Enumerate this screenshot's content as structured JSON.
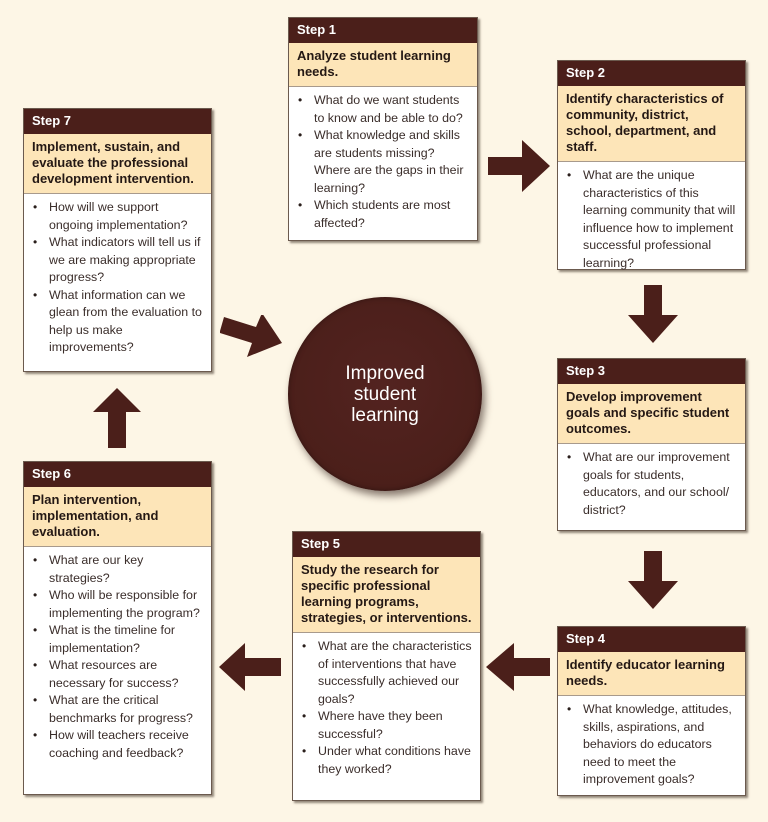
{
  "center": {
    "label": "Improved student learning"
  },
  "colors": {
    "background": "#fdf6e6",
    "header": "#4b1f1a",
    "title_band": "#fde5b8",
    "arrow": "#4b1f1a",
    "circle": "#4b1f1a"
  },
  "steps": [
    {
      "label": "Step 1",
      "title": "Analyze student learning needs.",
      "questions": [
        "What do we want students to know and be able to do?",
        "What knowledge and skills are students missing? Where are the gaps in their learning?",
        "Which students are most affected?"
      ]
    },
    {
      "label": "Step 2",
      "title": "Identify characteristics of community, district, school, department, and staff.",
      "questions": [
        "What are the unique characteristics of this learning community that will influence how to implement successful professional learning?"
      ]
    },
    {
      "label": "Step 3",
      "title": "Develop improvement goals and specific student outcomes.",
      "questions": [
        "What are our improvement goals for students, educators, and our school/ district?"
      ]
    },
    {
      "label": "Step 4",
      "title": "Identify educator learning needs.",
      "questions": [
        "What knowledge, attitudes, skills, aspirations, and behaviors do educators need to meet the improvement goals?"
      ]
    },
    {
      "label": "Step 5",
      "title": "Study the research for specific professional learning programs, strategies, or interventions.",
      "questions": [
        "What are the characteristics of interventions that have successfully achieved our goals?",
        "Where have they been successful?",
        "Under what conditions have they worked?"
      ]
    },
    {
      "label": "Step 6",
      "title": "Plan intervention, implementation, and evaluation.",
      "questions": [
        "What are our key strategies?",
        "Who will be responsible for implementing the program?",
        "What is the timeline for implementation?",
        "What resources are necessary for success?",
        "What are the critical benchmarks for progress?",
        "How will teachers receive coaching and feedback?"
      ]
    },
    {
      "label": "Step 7",
      "title": "Implement, sustain, and evaluate the professional development intervention.",
      "questions": [
        "How will we support ongoing implementation?",
        "What indicators will tell us if we are making appropriate progress?",
        "What information can we glean from the evaluation to help us make improvements?"
      ]
    }
  ],
  "arrows": [
    {
      "name": "arrow-step1-to-step2",
      "direction": "right"
    },
    {
      "name": "arrow-step2-to-step3",
      "direction": "down"
    },
    {
      "name": "arrow-step3-to-step4",
      "direction": "down"
    },
    {
      "name": "arrow-step4-to-step5",
      "direction": "left"
    },
    {
      "name": "arrow-step5-to-step6",
      "direction": "left"
    },
    {
      "name": "arrow-step6-to-step7",
      "direction": "up"
    },
    {
      "name": "arrow-step7-to-center",
      "direction": "down-right"
    }
  ]
}
